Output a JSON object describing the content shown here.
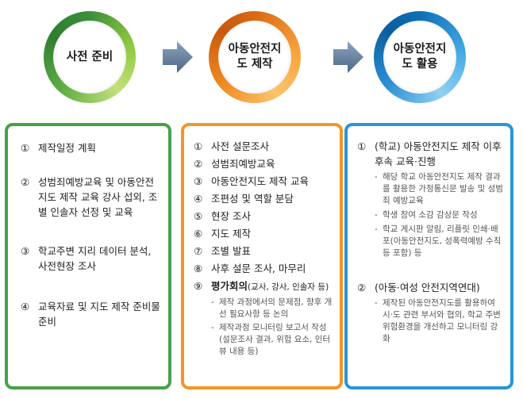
{
  "steps": [
    {
      "label": "사전 준비"
    },
    {
      "label": "아동안전지도 제작"
    },
    {
      "label": "아동안전지도 활용"
    }
  ],
  "colors": {
    "green": "#49a047",
    "orange": "#f19626",
    "blue": "#2a95d6",
    "arrow": "#5f7a99"
  },
  "panel1": {
    "items": [
      {
        "num": "①",
        "text": "제작일정 계획"
      },
      {
        "num": "②",
        "text": "성범죄예방교육 및 아동안전지도 제작 교육 강사 섭외, 조별 인솔자 선정 및 교육"
      },
      {
        "num": "③",
        "text": "학교주변 지리 데이터 분석, 사전현장 조사"
      },
      {
        "num": "④",
        "text": "교육자료 및 지도 제작 준비물 준비"
      }
    ]
  },
  "panel2": {
    "items": [
      {
        "num": "①",
        "text": "사전 설문조사"
      },
      {
        "num": "②",
        "text": "성범죄예방교육"
      },
      {
        "num": "③",
        "text": "아동안전지도 제작 교육"
      },
      {
        "num": "④",
        "text": "조편성 및 역할 분담"
      },
      {
        "num": "⑤",
        "text": "현장 조사"
      },
      {
        "num": "⑥",
        "text": "지도 제작"
      },
      {
        "num": "⑦",
        "text": "조별 발표"
      },
      {
        "num": "⑧",
        "text": "사후 설문 조사, 마무리"
      }
    ],
    "item9": {
      "num": "⑨",
      "text": "평가회의",
      "note": "(교사, 강사, 인솔자 등)",
      "subs": [
        "제작 과정에서의 문제점, 향후 개선 필요사항 등 논의",
        "제작과정 모니터링 보고서 작성(설문조사 결과, 위험 요소, 인터뷰 내용 등)"
      ]
    }
  },
  "panel3": {
    "item1": {
      "num": "①",
      "text": "(학교) 아동안전지도 제작 이후 후속 교육·진행",
      "subs": [
        "해당 학교 아동안전지도 제작 결과를 활용한 가정통신문 발송 및 성범죄 예방교육",
        "학생 참여 소감 감상문 작성",
        "학교 게시판 알림, 리플릿 인쇄·배포(아동안전지도, 성폭력예방 수칙 등 포함) 등"
      ]
    },
    "item2": {
      "num": "②",
      "text": "(아동·여성 안전지역연대)",
      "subs": [
        "제작된 아동안전지도를 활용하여 시·도 관련 부서와 협의, 학교 주변 위험환경을 개선하고 모니터링 강화"
      ]
    }
  }
}
